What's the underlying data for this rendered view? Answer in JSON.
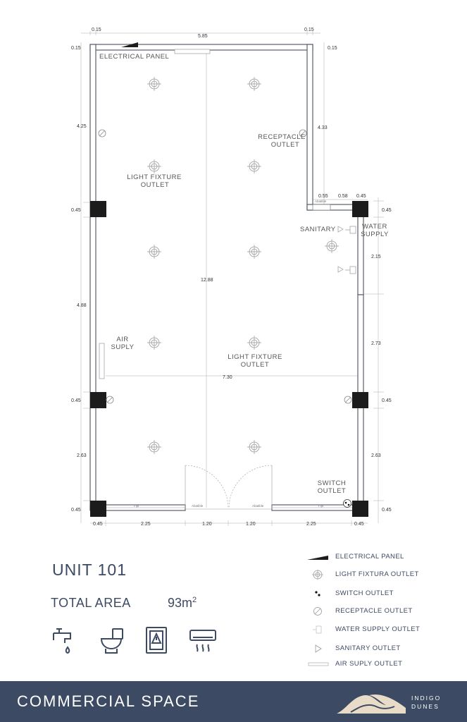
{
  "plan": {
    "dims": {
      "top_left_wall": "0.15",
      "top_width": "5.85",
      "top_right_wall": "0.15",
      "left_top_wall": "0.15",
      "right_top_wall": "0.15",
      "left_upper": "4.25",
      "right_upper": "4.33",
      "left_col1": "0.45",
      "left_mid": "4.88",
      "left_col2": "0.45",
      "left_lower": "2.63",
      "left_col3": "0.45",
      "step_a": "0.55",
      "step_b": "0.58",
      "step_c": "0.45",
      "right_col1": "0.45",
      "right_water": "2.15",
      "right_mid": "2.73",
      "right_col2": "0.45",
      "right_lower": "2.63",
      "right_col3": "0.45",
      "total_height": "12.88",
      "total_width": "7.30",
      "bottom_1": "0.45",
      "bottom_2": "2.25",
      "bottom_3": "1.20",
      "bottom_4": "1.20",
      "bottom_5": "2.25",
      "bottom_6": "0.45"
    },
    "labels": {
      "electrical_panel": "ELECTRICAL PANEL",
      "receptacle_1": "RECEPTACLE",
      "receptacle_2": "OUTLET",
      "light_top_1": "LIGHT FIXTURE",
      "light_top_2": "OUTLET",
      "sanitary": "SANITARY",
      "water_1": "WATER",
      "water_2": "SUPPLY",
      "air_1": "AIR",
      "air_2": "SUPLY",
      "light_mid_1": "LIGHT FIXTURE",
      "light_mid_2": "OUTLET",
      "switch_1": "SWITCH",
      "switch_2": "OUTLET",
      "abatible_step": "Abatible",
      "abatible_door_left": "Abatible",
      "abatible_door_right": "Abatible",
      "fijo_left": "Fijo",
      "fijo_right": "Fijo"
    }
  },
  "unit": {
    "title": "UNIT 101",
    "area_label": "TOTAL AREA",
    "area_value": "93m",
    "area_unit_sup": "2"
  },
  "amenity_icons": [
    "water-supply-icon",
    "toilet-icon",
    "electrical-panel-icon",
    "air-conditioner-icon"
  ],
  "legend": [
    {
      "icon": "electrical-panel-symbol",
      "label": "ELECTRICAL PANEL"
    },
    {
      "icon": "light-fixture-symbol",
      "label": "LIGHT FIXTURA OUTLET"
    },
    {
      "icon": "switch-outlet-symbol",
      "label": "SWITCH OUTLET"
    },
    {
      "icon": "receptacle-outlet-symbol",
      "label": "RECEPTACLE OUTLET"
    },
    {
      "icon": "water-supply-symbol",
      "label": "WATER SUPPLY OUTLET"
    },
    {
      "icon": "sanitary-outlet-symbol",
      "label": "SANITARY OUTLET"
    },
    {
      "icon": "air-supply-symbol",
      "label": "AIR SUPLY OUTLET"
    }
  ],
  "footer": {
    "title": "COMMERCIAL SPACE",
    "brand_line1": "INDIGO",
    "brand_line2": "DUNES"
  },
  "colors": {
    "primary": "#3d4a63",
    "wall": "#5a5f6b",
    "column": "#1c1c1c"
  }
}
